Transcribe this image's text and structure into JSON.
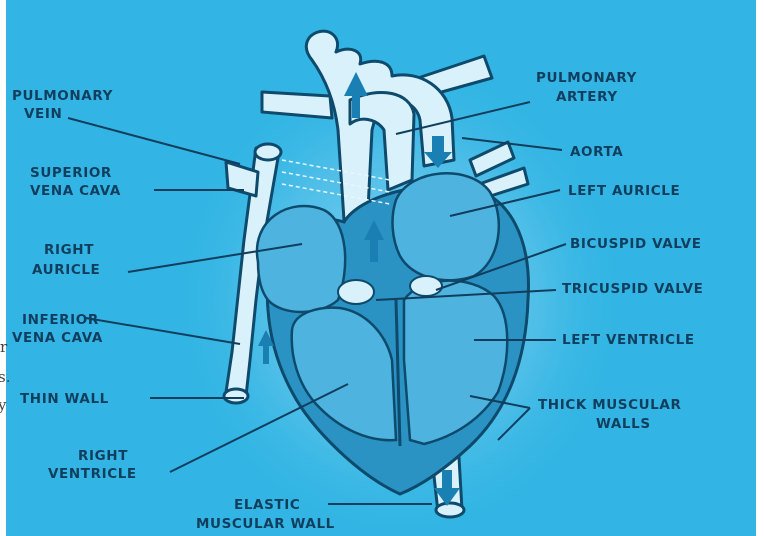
{
  "colors": {
    "background": "#32b5e4",
    "label_text": "#123e5e",
    "vessel_fill": "#d8f1fb",
    "heart_wall": "#2a93c4",
    "cavity": "#4eb4df",
    "outline": "#0e4a6c"
  },
  "labels": {
    "pulmonary_vein_1": "PULMONARY",
    "pulmonary_vein_2": "VEIN",
    "superior_vena_cava_1": "SUPERIOR",
    "superior_vena_cava_2": "VENA CAVA",
    "right_auricle_1": "RIGHT",
    "right_auricle_2": "AURICLE",
    "inferior_vena_cava_1": "INFERIOR",
    "inferior_vena_cava_2": "VENA CAVA",
    "thin_wall": "THIN WALL",
    "right_ventricle_1": "RIGHT",
    "right_ventricle_2": "VENTRICLE",
    "elastic_muscular_wall_1": "ELASTIC",
    "elastic_muscular_wall_2": "MUSCULAR WALL",
    "pulmonary_artery_1": "PULMONARY",
    "pulmonary_artery_2": "ARTERY",
    "aorta": "AORTA",
    "left_auricle": "LEFT AURICLE",
    "bicuspid_valve": "BICUSPID VALVE",
    "tricuspid_valve": "TRICUSPID VALVE",
    "left_ventricle": "LEFT VENTRICLE",
    "thick_muscular_walls_1": "THICK MUSCULAR",
    "thick_muscular_walls_2": "WALLS"
  },
  "margin_fragments": [
    "r",
    "s.",
    "y"
  ]
}
